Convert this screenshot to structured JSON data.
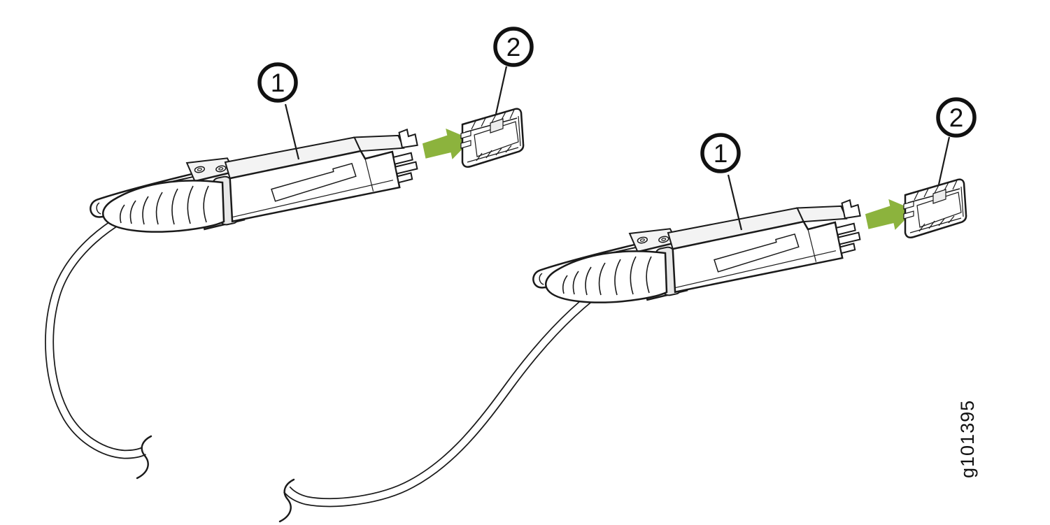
{
  "figure": {
    "id_label": "g101395",
    "callouts": [
      {
        "number": "1",
        "points_to": "qsfp-cable-connector"
      },
      {
        "number": "2",
        "points_to": "qsfp-port"
      }
    ],
    "colors": {
      "line": "#1a1a1a",
      "arrow_green": "#8cb33d",
      "shade_light": "#e8e8e8",
      "shade_lighter": "#f3f3f3",
      "background": "#ffffff"
    }
  }
}
